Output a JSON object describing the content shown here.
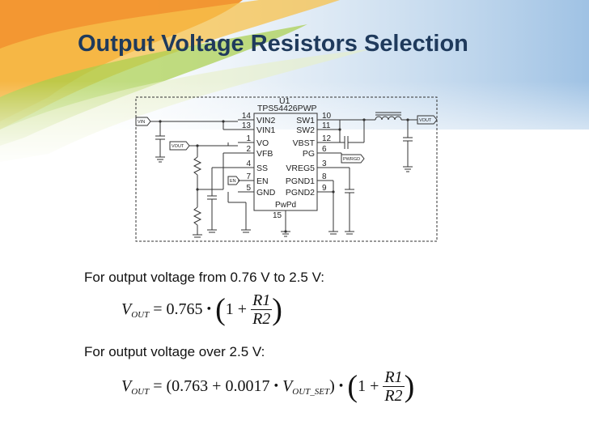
{
  "slide": {
    "title": "Output Voltage Resistors Selection"
  },
  "schematic": {
    "ref": "U1",
    "part": "TPS54426PWP",
    "left_pins": [
      {
        "num": "14",
        "name": "VIN2"
      },
      {
        "num": "13",
        "name": "VIN1"
      },
      {
        "num": "1",
        "name": "VO"
      },
      {
        "num": "2",
        "name": "VFB"
      },
      {
        "num": "4",
        "name": "SS"
      },
      {
        "num": "7",
        "name": "EN"
      },
      {
        "num": "5",
        "name": "GND"
      }
    ],
    "right_pins": [
      {
        "num": "10",
        "name": "SW1"
      },
      {
        "num": "11",
        "name": "SW2"
      },
      {
        "num": "12",
        "name": "VBST"
      },
      {
        "num": "6",
        "name": "PG"
      },
      {
        "num": "3",
        "name": "VREG5"
      },
      {
        "num": "8",
        "name": "PGND1"
      },
      {
        "num": "9",
        "name": "PGND2"
      }
    ],
    "pad_name": "PwPd",
    "pad_num": "15",
    "labels": {
      "vin": "VIN",
      "vout_in": "VOUT",
      "vout_out": "VOUT",
      "pwrgd": "PWRGD",
      "en": "EN"
    }
  },
  "formula1": {
    "condition": "For output voltage from 0.76 V to 2.5 V:",
    "lhs_var": "V",
    "lhs_sub": "OUT",
    "equals_const": "= 0.765",
    "one_plus": "1 +",
    "num": "R1",
    "den": "R2"
  },
  "formula2": {
    "condition": "For output voltage over 2.5 V:",
    "lhs_var": "V",
    "lhs_sub": "OUT",
    "open": "= (0.763 + 0.0017",
    "vset_var": "V",
    "vset_sub": "OUT_SET",
    "close": ")",
    "one_plus": "1 +",
    "num": "R1",
    "den": "R2"
  }
}
